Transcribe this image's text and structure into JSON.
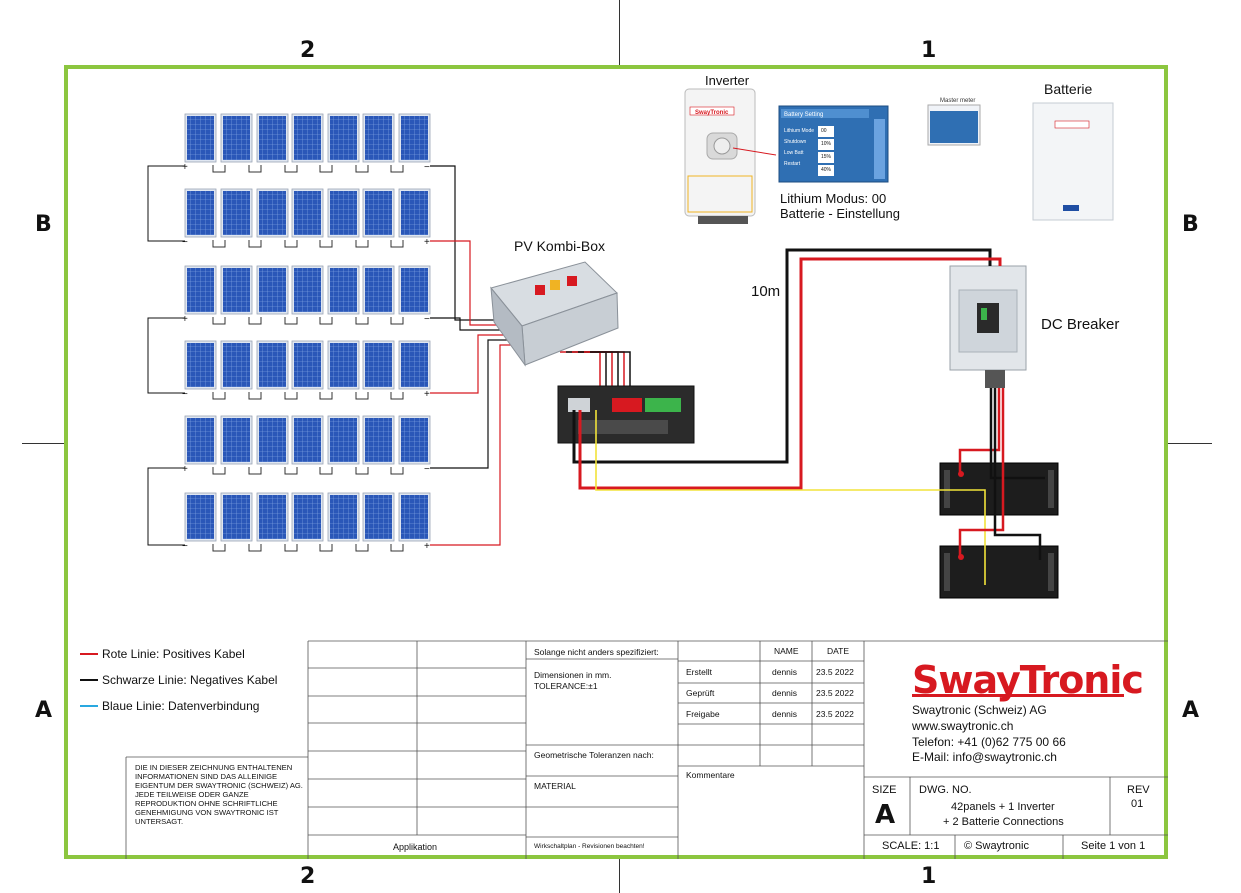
{
  "zones": {
    "top_left": "2",
    "top_right": "1",
    "bottom_left": "2",
    "bottom_right": "1",
    "left_upper": "B",
    "right_upper": "B",
    "left_lower": "A",
    "right_lower": "A"
  },
  "components": {
    "inverter": "Inverter",
    "batterie": "Batterie",
    "pv_box": "PV Kombi-Box",
    "dc_breaker": "DC Breaker",
    "cable_length": "10m",
    "lithium_mode": "Lithium Modus: 00",
    "battery_setting": "Batterie - Einstellung",
    "screen_title": "Battery Setting",
    "screen_rows": [
      "Lithium Mode",
      "Shutdown",
      "Low Batt",
      "Restart"
    ],
    "screen_values": [
      "00",
      "10%",
      "15%",
      "40%"
    ],
    "master_meter": "Master meter"
  },
  "colors": {
    "frame": "#8cc63f",
    "positive": "#d71920",
    "negative": "#111111",
    "data": "#29a8e0",
    "yellow": "#f2e33a",
    "panel": "#2a57b8"
  },
  "legend": {
    "red": "Rote Linie: Positives Kabel",
    "black": "Schwarze Linie: Negatives Kabel",
    "blue": "Blaue Linie: Datenverbindung"
  },
  "notice": "DIE IN DIESER ZEICHNUNG ENTHALTENEN INFORMATIONEN SIND DAS ALLEINIGE EIGENTUM DER SWAYTRONIC (SCHWEIZ) AG. JEDE TEILWEISE ODER GANZE REPRODUKTION OHNE SCHRIFTLICHE GENEHMIGUNG VON SWAYTRONIC IST UNTERSAGT.",
  "titleblock": {
    "applikation": "Applikation",
    "spec": "Solange nicht anders spezifiziert:",
    "dimensionen": "Dimensionen in mm.",
    "tolerance": "TOLERANCE:±1",
    "geom": "Geometrische Toleranzen nach:",
    "material": "MATERIAL",
    "wirk": "Wirkschaltplan - Revisionen beachten!",
    "name_hdr": "NAME",
    "date_hdr": "DATE",
    "rows": [
      {
        "label": "Erstellt",
        "name": "dennis",
        "date": "23.5 2022"
      },
      {
        "label": "Geprüft",
        "name": "dennis",
        "date": "23.5 2022"
      },
      {
        "label": "Freigabe",
        "name": "dennis",
        "date": "23.5 2022"
      }
    ],
    "kommentare": "Kommentare"
  },
  "company": {
    "logo": "SwayTronic",
    "name": "Swaytronic (Schweiz) AG",
    "web": "www.swaytronic.ch",
    "phone": "Telefon: +41 (0)62 775 00 66",
    "email": "E-Mail: info@swaytronic.ch"
  },
  "drawing": {
    "size_label": "SIZE",
    "size": "A",
    "dwg_label": "DWG. NO.",
    "dwg_line1": "42panels + 1 Inverter",
    "dwg_line2": "+ 2 Batterie Connections",
    "rev_label": "REV",
    "rev": "01",
    "scale": "SCALE: 1:1",
    "copyright": "© Swaytronic",
    "page": "Seite 1 von 1"
  }
}
